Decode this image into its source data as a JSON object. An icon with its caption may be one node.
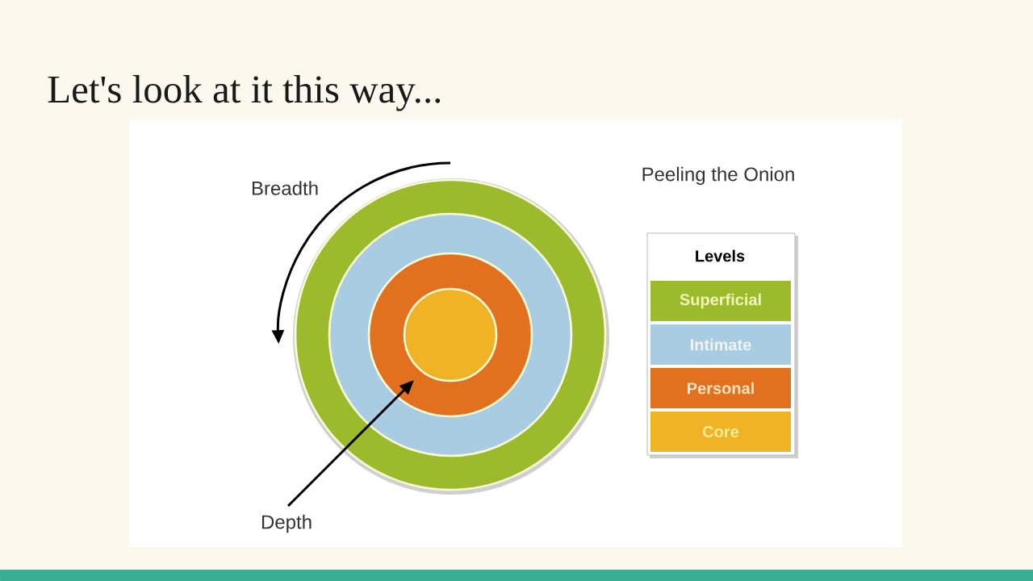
{
  "diagram": {
    "title": "Let's look at it this way...",
    "labels": [
      "Breadth",
      "Peeling the Onion",
      "Levels",
      "Depth"
    ],
    "legend": [
      {
        "text": "Superficial",
        "color": "#9cbb2c"
      },
      {
        "text": "Intimate",
        "color": "#a8cde3"
      },
      {
        "text": "Personal",
        "color": "#e2711f"
      },
      {
        "text": "Core",
        "color": "#efb325"
      }
    ]
  }
}
